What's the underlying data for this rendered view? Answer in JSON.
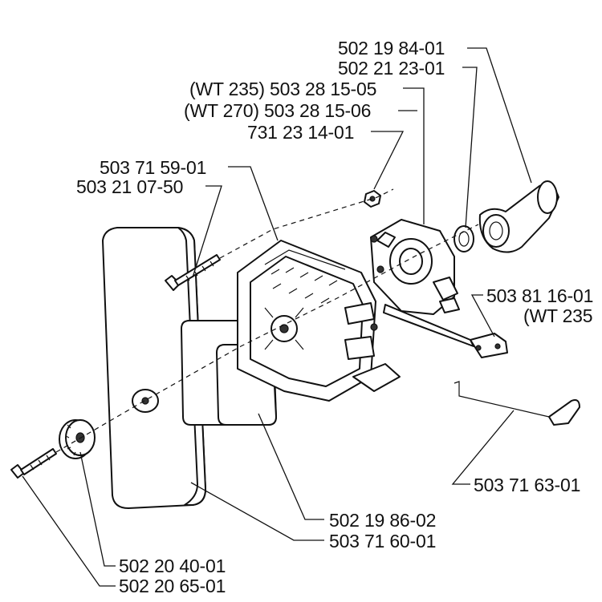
{
  "labels": {
    "carb_gasket_a": "502 19 84-01",
    "carb_gasket_b": "502 21 23-01",
    "carb_wt235": "(WT 235) 503 28 15-05",
    "carb_wt270": "(WT 270) 503 28 15-06",
    "nut": "731 23 14-01",
    "filter_holder": "503 71 59-01",
    "screw_long": "503 21 07-50",
    "throttle_link_a": "503 81 16-01",
    "throttle_link_b": "(WT 235",
    "rod": "503 71 63-01",
    "filter_element": "502 19 86-02",
    "filter_cover": "503 71 60-01",
    "knob": "502 20 40-01",
    "screw_short": "502 20 65-01"
  }
}
